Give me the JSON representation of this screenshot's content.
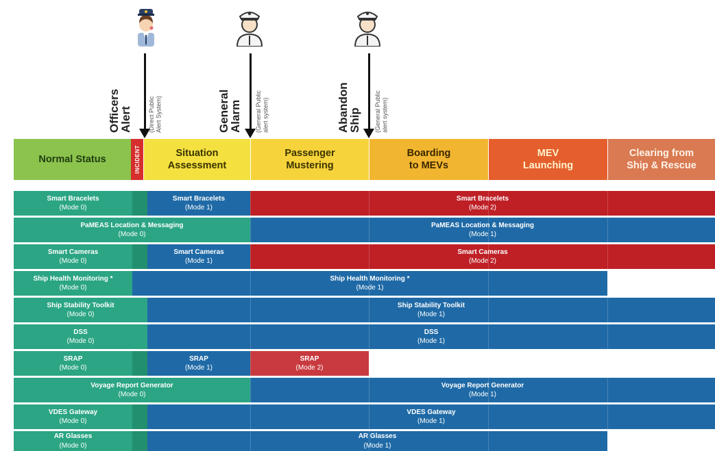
{
  "alerts": [
    {
      "label": "Officers\nAlert",
      "sub": "(Direct Public\nAlert System)"
    },
    {
      "label": "General\nAlarm",
      "sub": "(General Public\nalert system)"
    },
    {
      "label": "Abandon\nShip",
      "sub": "(General Public\nalert system)"
    }
  ],
  "phases": [
    {
      "label": "Normal Status",
      "color": "#8cc34d"
    },
    {
      "label": "Situation\nAssessment",
      "color": "#f4e03f"
    },
    {
      "label": "Passenger\nMustering",
      "color": "#f7d33b"
    },
    {
      "label": "Boarding\nto MEVs",
      "color": "#f1b52f"
    },
    {
      "label": "MEV\nLaunching",
      "color": "#e45f2d"
    },
    {
      "label": "Clearing from\nShip & Rescue",
      "color": "#d97a52"
    }
  ],
  "incident_label": "INCIDENT",
  "rows": [
    {
      "segments": [
        {
          "name": "Smart Bracelets",
          "mode": "(Mode 0)"
        },
        {
          "name": "Smart Bracelets",
          "mode": "(Mode 1)"
        },
        {
          "name": "Smart Bracelets",
          "mode": "(Mode 2)"
        }
      ]
    },
    {
      "segments": [
        {
          "name": "PaMEAS Location & Messaging",
          "mode": "(Mode 0)"
        },
        {
          "name": "PaMEAS Location & Messaging",
          "mode": "(Mode 1)"
        }
      ]
    },
    {
      "segments": [
        {
          "name": "Smart Cameras",
          "mode": "(Mode 0)"
        },
        {
          "name": "Smart Cameras",
          "mode": "(Mode 1)"
        },
        {
          "name": "Smart Cameras",
          "mode": "(Mode 2)"
        }
      ]
    },
    {
      "segments": [
        {
          "name": "Ship Health Monitoring *",
          "mode": "(Mode 0)"
        },
        {
          "name": "Ship Health Monitoring *",
          "mode": "(Mode 1)"
        }
      ]
    },
    {
      "segments": [
        {
          "name": "Ship Stability Toolkit",
          "mode": "(Mode 0)"
        },
        {
          "name": "Ship Stability Toolkit",
          "mode": "(Mode 1)"
        }
      ]
    },
    {
      "segments": [
        {
          "name": "DSS",
          "mode": "(Mode 0)"
        },
        {
          "name": "DSS",
          "mode": "(Mode 1)"
        }
      ]
    },
    {
      "segments": [
        {
          "name": "SRAP",
          "mode": "(Mode 0)"
        },
        {
          "name": "SRAP",
          "mode": "(Mode 1)"
        },
        {
          "name": "SRAP",
          "mode": "(Mode 2)"
        }
      ]
    },
    {
      "segments": [
        {
          "name": "Voyage Report Generator",
          "mode": "(Mode 0)"
        },
        {
          "name": "Voyage Report Generator",
          "mode": "(Mode 1)"
        }
      ]
    },
    {
      "segments": [
        {
          "name": "VDES Gateway",
          "mode": "(Mode 0)"
        },
        {
          "name": "VDES Gateway",
          "mode": "(Mode 1)"
        }
      ]
    },
    {
      "segments": [
        {
          "name": "AR Glasses",
          "mode": "(Mode 0)"
        },
        {
          "name": "AR Glasses",
          "mode": "(Mode 1)"
        }
      ]
    }
  ],
  "colors": {
    "mode0": "#2ba584",
    "mode1": "#1f6aa6",
    "mode2": "#be2026"
  },
  "icons": [
    "officer-female-icon",
    "captain-icon",
    "captain-icon"
  ]
}
